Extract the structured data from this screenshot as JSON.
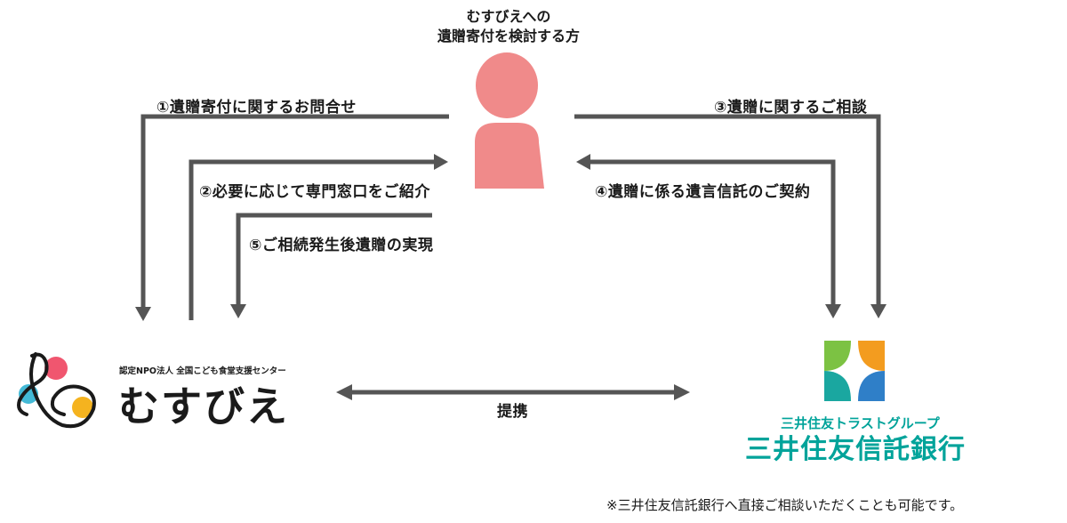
{
  "person": {
    "title_line1": "むすびえへの",
    "title_line2": "遺贈寄付を検討する方",
    "icon": "person-icon",
    "color": "#f08a8a"
  },
  "flows": {
    "step1": "①遺贈寄付に関するお問合せ",
    "step2": "②必要に応じて専門窓口をご紹介",
    "step3": "③遺贈に関するご相談",
    "step4": "④遺贈に係る遺言信託のご契約",
    "step5": "⑤ご相続発生後遺贈の実現",
    "partnership": "提携"
  },
  "musubie": {
    "tagline": "認定NPO法人 全国こども食堂支援センター",
    "name": "むすびえ",
    "logo_icon": "musubie-logo-icon",
    "colors": [
      "#f0566f",
      "#43b9d6",
      "#f5b31f",
      "#1a1a1a"
    ]
  },
  "smbc": {
    "group": "三井住友トラストグループ",
    "name": "三井住友信託銀行",
    "logo_icon": "smbc-trust-logo-icon",
    "color": "#00a39a"
  },
  "footnote": "※三井住友信託銀行へ直接ご相談いただくことも可能です。",
  "colors": {
    "arrow": "#555555"
  }
}
